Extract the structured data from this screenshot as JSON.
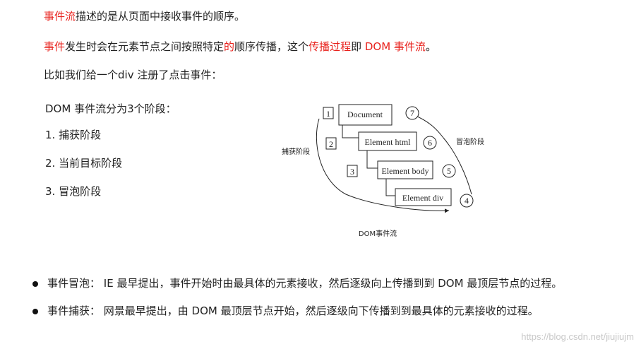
{
  "intro": {
    "line1": {
      "highlight": "事件流",
      "rest": "描述的是从页面中接收事件的顺序。"
    },
    "line2": {
      "part1": "事件",
      "part2": "发生时会在元素节点之间按照特定",
      "part3": "的",
      "part4": "顺序传播，这个",
      "part5": "传播过程",
      "part6": "即 ",
      "part7": "DOM 事件流",
      "part8": "。"
    },
    "line3": "比如我们给一个div 注册了点击事件："
  },
  "phases": {
    "title": "DOM 事件流分为3个阶段：",
    "items": [
      "1. 捕获阶段",
      "2. 当前目标阶段",
      "3. 冒泡阶段"
    ]
  },
  "diagram": {
    "nodes": [
      "Document",
      "Element html",
      "Element body",
      "Element div"
    ],
    "steps": [
      "1",
      "2",
      "3",
      "4",
      "5",
      "6",
      "7"
    ],
    "capture_label": "捕获阶段",
    "bubble_label": "冒泡阶段",
    "caption": "DOM事件流"
  },
  "bullets": [
    "事件冒泡： IE 最早提出，事件开始时由最具体的元素接收，然后逐级向上传播到到 DOM 最顶层节点的过程。",
    "事件捕获： 网景最早提出，由 DOM 最顶层节点开始，然后逐级向下传播到到最具体的元素接收的过程。"
  ],
  "watermark": "https://blog.csdn.net/jiujiujm"
}
